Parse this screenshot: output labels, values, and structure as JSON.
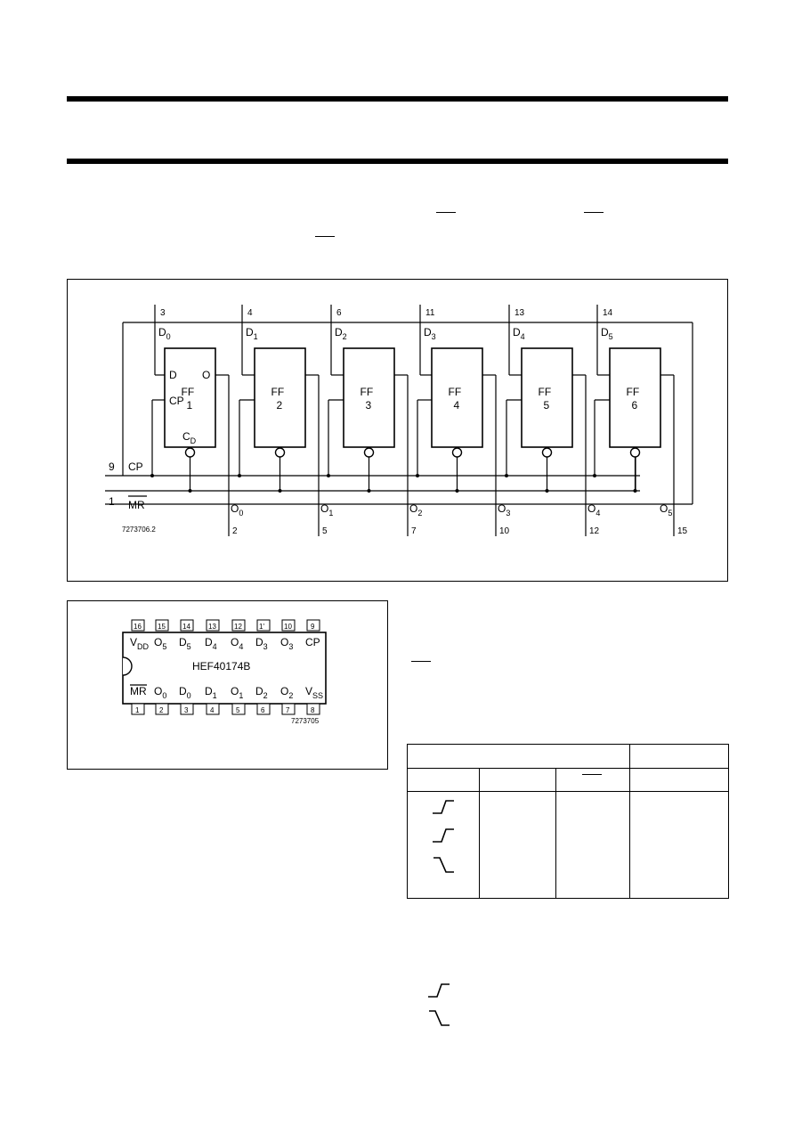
{
  "logic_diagram": {
    "figure_code": "7273706.2",
    "flip_flops": [
      {
        "name": "FF",
        "num": "1",
        "d_pin": "3",
        "d_label": "D",
        "d_sub": "0",
        "q_pin": "2",
        "q_label": "O",
        "q_sub": "0"
      },
      {
        "name": "FF",
        "num": "2",
        "d_pin": "4",
        "d_label": "D",
        "d_sub": "1",
        "q_pin": "5",
        "q_label": "O",
        "q_sub": "1"
      },
      {
        "name": "FF",
        "num": "3",
        "d_pin": "6",
        "d_label": "D",
        "d_sub": "2",
        "q_pin": "7",
        "q_label": "O",
        "q_sub": "2"
      },
      {
        "name": "FF",
        "num": "4",
        "d_pin": "11",
        "d_label": "D",
        "d_sub": "3",
        "q_pin": "10",
        "q_label": "O",
        "q_sub": "3"
      },
      {
        "name": "FF",
        "num": "5",
        "d_pin": "13",
        "d_label": "D",
        "d_sub": "4",
        "q_pin": "12",
        "q_label": "O",
        "q_sub": "4"
      },
      {
        "name": "FF",
        "num": "6",
        "d_pin": "14",
        "d_label": "D",
        "d_sub": "5",
        "q_pin": "15",
        "q_label": "O",
        "q_sub": "5"
      }
    ],
    "ff1_inputs": {
      "d": "D",
      "q": "O",
      "cp": "CP",
      "cd": "C",
      "cd_sub": "D"
    },
    "cp_pin": "9",
    "cp_label": "CP",
    "mr_pin": "1",
    "mr_label": "MR"
  },
  "pinning": {
    "part": "HEF40174B",
    "figure_code": "7273705",
    "top_pins": [
      "16",
      "15",
      "14",
      "13",
      "12",
      "1'",
      "10",
      "9"
    ],
    "top_labels": [
      {
        "t": "V",
        "s": "DD"
      },
      {
        "t": "O",
        "s": "5"
      },
      {
        "t": "D",
        "s": "5"
      },
      {
        "t": "D",
        "s": "4"
      },
      {
        "t": "O",
        "s": "4"
      },
      {
        "t": "D",
        "s": "3"
      },
      {
        "t": "O",
        "s": "3"
      },
      {
        "t": "CP",
        "s": ""
      }
    ],
    "bottom_pins": [
      "1",
      "2",
      "3",
      "4",
      "5",
      "6",
      "7",
      "8"
    ],
    "bottom_labels": [
      {
        "t": "MR",
        "s": ""
      },
      {
        "t": "O",
        "s": "0"
      },
      {
        "t": "D",
        "s": "0"
      },
      {
        "t": "D",
        "s": "1"
      },
      {
        "t": "O",
        "s": "1"
      },
      {
        "t": "D",
        "s": "2"
      },
      {
        "t": "O",
        "s": "2"
      },
      {
        "t": "V",
        "s": "SS"
      }
    ]
  },
  "colors": {
    "ink": "#000000",
    "paper": "#ffffff"
  }
}
